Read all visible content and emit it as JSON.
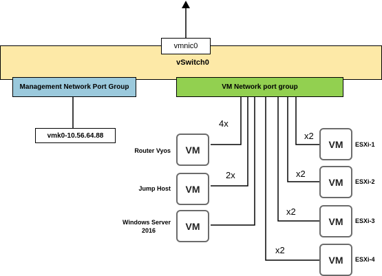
{
  "vswitch": {
    "label": "vSwitch0",
    "uplink": "vmnic0"
  },
  "port_groups": {
    "management": "Management Network Port Group",
    "vm_network": "VM Network port group"
  },
  "vmkernel": {
    "label": "vmk0-10.56.64.88"
  },
  "vm_label": "VM",
  "left_vms": [
    {
      "name": "Router Vyos",
      "count": "4x"
    },
    {
      "name": "Jump Host",
      "count": "2x"
    },
    {
      "name_line1": "Windows Server",
      "name_line2": "2016"
    }
  ],
  "right_vms": [
    {
      "name": "ESXi-1",
      "count": "x2"
    },
    {
      "name": "ESXi-2",
      "count": "x2"
    },
    {
      "name": "ESXi-3",
      "count": "x2"
    },
    {
      "name": "ESXi-4",
      "count": "x2"
    }
  ]
}
